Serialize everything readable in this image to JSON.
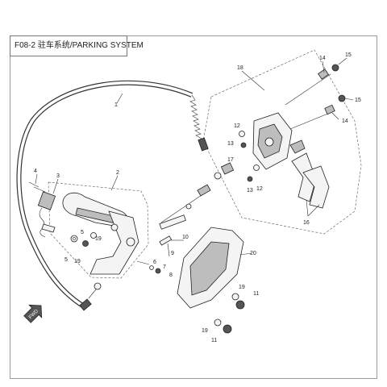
{
  "title": "F08-2 驻车系统/PARKING SYSTEM",
  "callouts": [
    "1",
    "2",
    "3",
    "4",
    "5",
    "5",
    "6",
    "7",
    "8",
    "9",
    "10",
    "11",
    "11",
    "12",
    "12",
    "13",
    "13",
    "14",
    "14",
    "15",
    "15",
    "16",
    "17",
    "18",
    "19",
    "19",
    "19",
    "19",
    "20"
  ],
  "badge": "FWD",
  "colors": {
    "line": "#333333",
    "frame": "#9a9a9a",
    "part_fill": "#f4f4f4",
    "dark_fill": "#555555"
  }
}
